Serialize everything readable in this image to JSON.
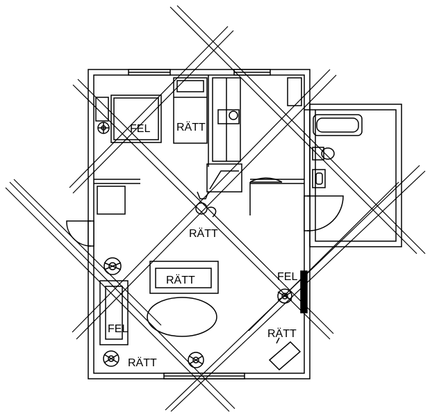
{
  "labels": {
    "bed_right": "RÄTT",
    "bed_wrong": "FEL",
    "cat": "RÄTT",
    "sofa": "RÄTT",
    "tv_wrong": "FEL",
    "desk": "RÄTT",
    "small_bed_wrong": "FEL",
    "plant_bottom": "RÄTT"
  },
  "colors": {
    "line": "#000000",
    "background": "#ffffff"
  }
}
